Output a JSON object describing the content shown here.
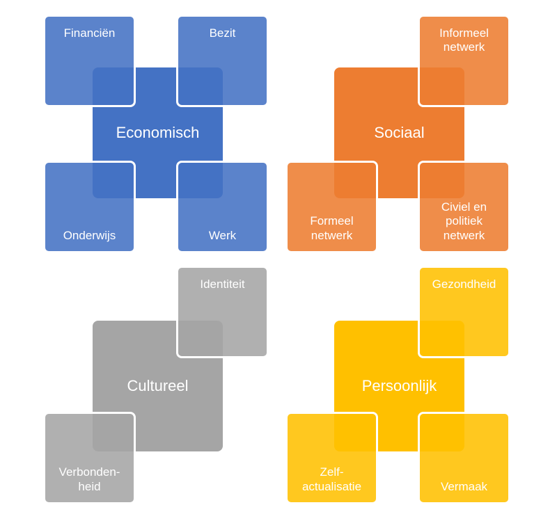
{
  "colors": {
    "economisch": "#4472C4",
    "sociaal": "#ED7D31",
    "cultureel": "#A5A5A5",
    "persoonlijk": "#FFC000"
  },
  "economisch": {
    "center": [
      "Economisch"
    ],
    "top_left": [
      "Financiën"
    ],
    "top_right": [
      "Bezit"
    ],
    "bottom_left": [
      "Onderwijs"
    ],
    "bottom_right": [
      "Werk"
    ]
  },
  "sociaal": {
    "center": [
      "Sociaal"
    ],
    "top_right": [
      "Informeel",
      "netwerk"
    ],
    "bottom_left": [
      "Formeel",
      "netwerk"
    ],
    "bottom_right": [
      "Civiel en",
      "politiek",
      "netwerk"
    ]
  },
  "cultureel": {
    "center": [
      "Cultureel"
    ],
    "top_right": [
      "Identiteit"
    ],
    "bottom_left": [
      "Verbonden-",
      "heid"
    ]
  },
  "persoonlijk": {
    "center": [
      "Persoonlijk"
    ],
    "top_right": [
      "Gezondheid"
    ],
    "bottom_left": [
      "Zelf-",
      "actualisatie"
    ],
    "bottom_right": [
      "Vermaak"
    ]
  }
}
